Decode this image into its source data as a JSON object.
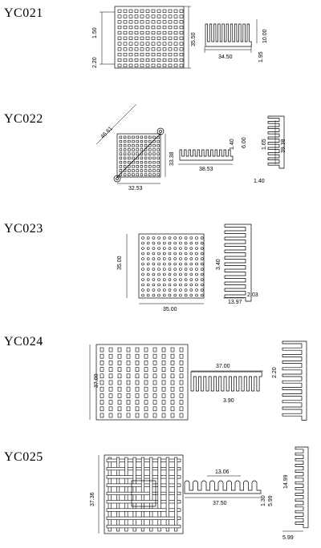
{
  "models": [
    {
      "code": "YC021",
      "dims": [
        "1.50",
        "2.20",
        "35.50",
        "34.50",
        "10.00",
        "1.95"
      ]
    },
    {
      "code": "YC022",
      "dims": [
        "46.61",
        "33.38",
        "32.53",
        "38.53",
        "1.40",
        "6.00",
        "1.65",
        "39.38",
        "1.40"
      ]
    },
    {
      "code": "YC023",
      "dims": [
        "35.00",
        "35.00",
        "3.40",
        "13.97",
        "2.03"
      ]
    },
    {
      "code": "YC024",
      "dims": [
        "37.00",
        "37.00",
        "3.90",
        "2.20"
      ]
    },
    {
      "code": "YC025",
      "dims": [
        "37.36",
        "13.06",
        "37.50",
        "1.30",
        "5.99",
        "14.99",
        "5.99"
      ]
    }
  ]
}
